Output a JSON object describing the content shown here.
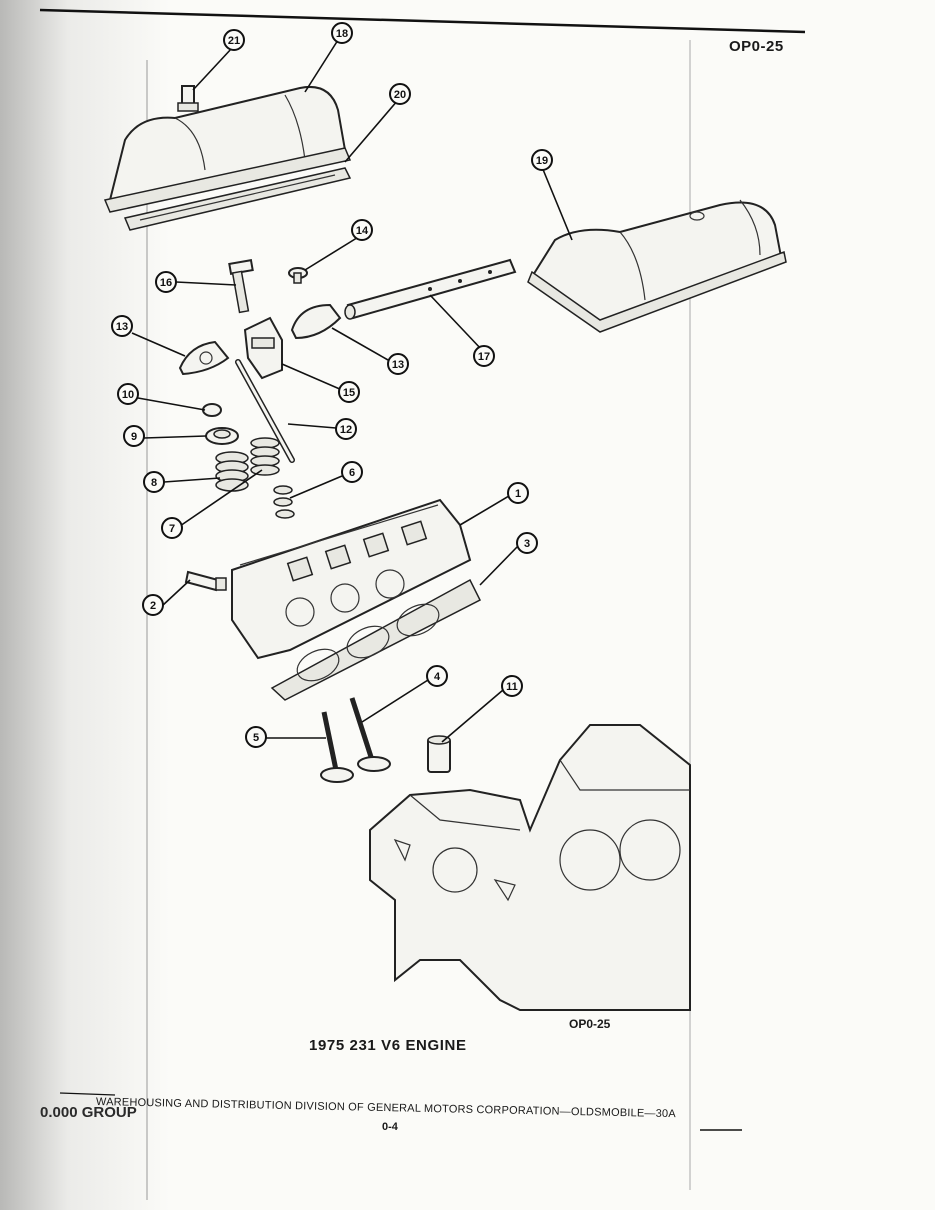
{
  "header": {
    "page_code": "OP0-25"
  },
  "figure": {
    "code": "OP0-25",
    "caption": "1975 231 V6 ENGINE"
  },
  "footer": {
    "line": "WAREHOUSING AND DISTRIBUTION  DIVISION OF GENERAL MOTORS CORPORATION—OLDSMOBILE—30A",
    "group": "0.000 GROUP",
    "page_number": "0-4"
  },
  "callouts": [
    "21",
    "18",
    "20",
    "19",
    "14",
    "16",
    "13",
    "13",
    "17",
    "15",
    "10",
    "12",
    "9",
    "8",
    "6",
    "7",
    "1",
    "3",
    "2",
    "4",
    "11",
    "5"
  ]
}
